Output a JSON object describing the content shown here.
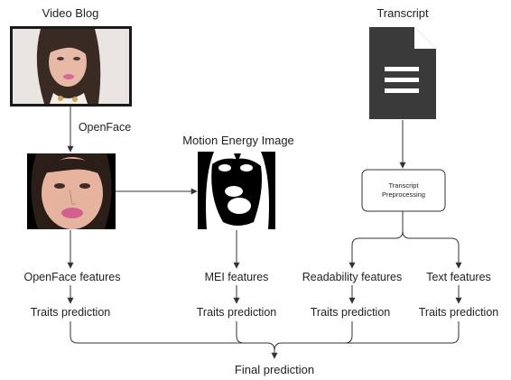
{
  "titles": {
    "video_blog": "Video Blog",
    "transcript": "Transcript",
    "mei": "Motion Energy Image"
  },
  "steps": {
    "openface": "OpenFace",
    "preprocess_line1": "Transcript",
    "preprocess_line2": "Preprocessing"
  },
  "features": {
    "openface": "OpenFace features",
    "mei": "MEI features",
    "readability": "Readability features",
    "text": "Text features"
  },
  "predictions": {
    "p1": "Traits prediction",
    "p2": "Traits prediction",
    "p3": "Traits prediction",
    "p4": "Traits prediction"
  },
  "final": "Final prediction",
  "colors": {
    "line": "#333333",
    "document": "#3a3a3a",
    "frame": "#1a1a1a"
  }
}
